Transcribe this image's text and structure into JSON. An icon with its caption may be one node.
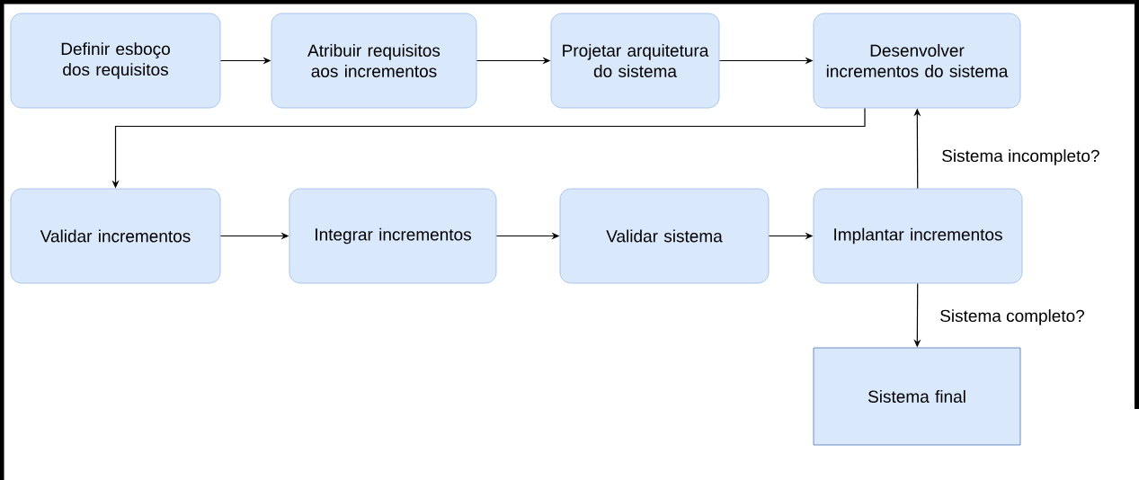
{
  "diagram": {
    "nodes": [
      {
        "text": [
          "Definir esboço dos requisitos"
        ]
      },
      {
        "text": [
          "Atribuir requisitos aos incrementos"
        ]
      },
      {
        "text": [
          "Projetar arquitetura do sistema"
        ]
      },
      {
        "text": [
          "Desenvolver incrementos do sistema"
        ]
      },
      {
        "text": [
          "Validar incrementos"
        ]
      },
      {
        "text": [
          "Integrar incrementos"
        ]
      },
      {
        "text": [
          "Validar sistema"
        ]
      },
      {
        "text": [
          "Implantar incrementos"
        ]
      },
      {
        "text": [
          "Sistema final"
        ]
      }
    ],
    "edges": [
      {
        "from": 0,
        "to": 1,
        "arrow": "to"
      },
      {
        "from": 1,
        "to": 2,
        "arrow": "to"
      },
      {
        "from": 2,
        "to": 3,
        "arrow": "to"
      },
      {
        "from": 3,
        "to": 4,
        "arrow": "to"
      },
      {
        "from": 4,
        "to": 5,
        "arrow": "to"
      },
      {
        "from": 5,
        "to": 6,
        "arrow": "to"
      },
      {
        "from": 6,
        "to": 7,
        "arrow": "to"
      },
      {
        "from": 7,
        "to": 3,
        "label": "Sistema incompleto?",
        "arrow": "to"
      },
      {
        "from": 7,
        "to": 8,
        "label": "Sistema completo?",
        "arrow": "to"
      }
    ]
  }
}
